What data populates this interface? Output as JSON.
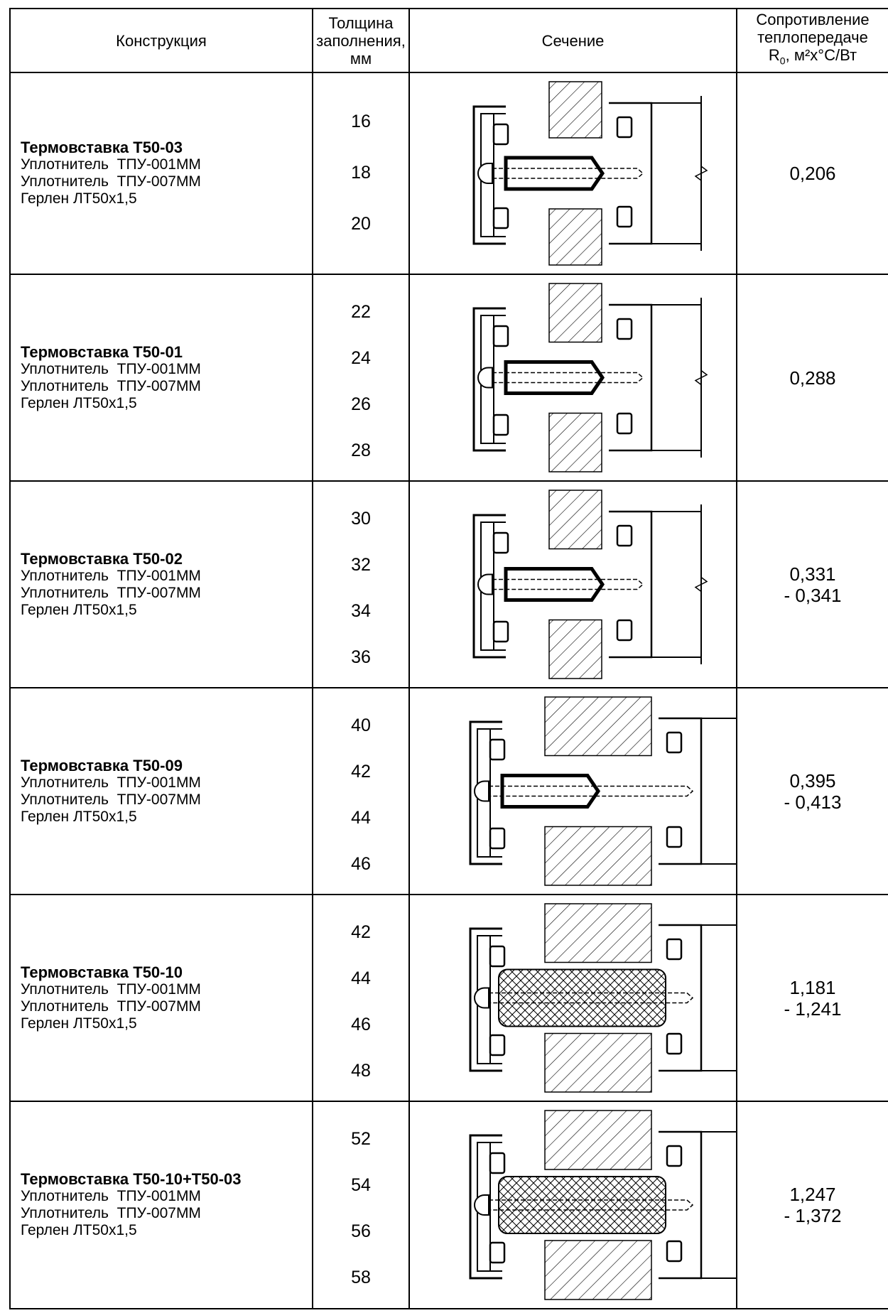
{
  "header": {
    "construction": "Конструкция",
    "thickness": [
      "Толщина",
      "заполнения,",
      "мм"
    ],
    "section": "Сечение",
    "resistance": [
      "Сопротивление",
      "теплопередаче"
    ],
    "resistance_symbol": "R",
    "resistance_sub": "0",
    "resistance_unit": ", м²х°С/Вт"
  },
  "rows": [
    {
      "name": "Термовставка Т50-03",
      "seal1": "Уплотнитель  ТПУ-001ММ",
      "seal2": "Уплотнитель  ТПУ-007ММ",
      "gerlen": "Герлен ЛТ50х1,5",
      "thickness": [
        "16",
        "18",
        "20"
      ],
      "resistance": [
        "0,206"
      ]
    },
    {
      "name": "Термовставка Т50-01",
      "seal1": "Уплотнитель  ТПУ-001ММ",
      "seal2": "Уплотнитель  ТПУ-007ММ",
      "gerlen": "Герлен ЛТ50х1,5",
      "thickness": [
        "22",
        "24",
        "26",
        "28"
      ],
      "resistance": [
        "0,288"
      ]
    },
    {
      "name": "Термовставка Т50-02",
      "seal1": "Уплотнитель  ТПУ-001ММ",
      "seal2": "Уплотнитель  ТПУ-007ММ",
      "gerlen": "Герлен ЛТ50х1,5",
      "thickness": [
        "30",
        "32",
        "34",
        "36"
      ],
      "resistance": [
        "0,331",
        "- 0,341"
      ]
    },
    {
      "name": "Термовставка Т50-09",
      "seal1": "Уплотнитель  ТПУ-001ММ",
      "seal2": "Уплотнитель  ТПУ-007ММ",
      "gerlen": "Герлен ЛТ50х1,5",
      "thickness": [
        "40",
        "42",
        "44",
        "46"
      ],
      "resistance": [
        "0,395",
        "- 0,413"
      ]
    },
    {
      "name": "Термовставка Т50-10",
      "seal1": "Уплотнитель  ТПУ-001ММ",
      "seal2": "Уплотнитель  ТПУ-007ММ",
      "gerlen": "Герлен ЛТ50х1,5",
      "thickness": [
        "42",
        "44",
        "46",
        "48"
      ],
      "resistance": [
        "1,181",
        "- 1,241"
      ]
    },
    {
      "name": "Термовставка Т50-10+Т50-03",
      "seal1": "Уплотнитель  ТПУ-001ММ",
      "seal2": "Уплотнитель  ТПУ-007ММ",
      "gerlen": "Герлен ЛТ50х1,5",
      "thickness": [
        "52",
        "54",
        "56",
        "58"
      ],
      "resistance": [
        "1,247",
        "- 1,372"
      ]
    }
  ]
}
